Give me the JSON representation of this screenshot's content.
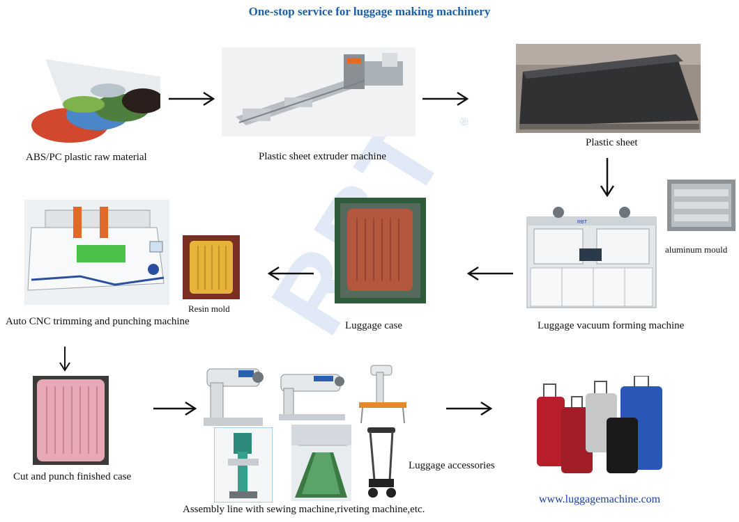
{
  "title": "One-stop service for luggage making machinery",
  "colors": {
    "title": "#1a5fa8",
    "url": "#1a3fa8",
    "watermark": "#c8d8ee",
    "arrow": "#111111"
  },
  "steps": {
    "raw_material": "ABS/PC plastic raw material",
    "extruder": "Plastic sheet extruder machine",
    "sheet": "Plastic sheet",
    "mould": "aluminum mould",
    "vacuum": "Luggage vacuum forming machine",
    "case": "Luggage case",
    "resin": "Resin mold",
    "cnc": "Auto CNC trimming and punching machine",
    "finished": "Cut and punch finished case",
    "assembly": "Assembly line with sewing machine,riveting machine,etc.",
    "accessories": "Luggage accessories"
  },
  "website": "www.luggagemachine.com",
  "watermark": {
    "text": "RBT",
    "mark": "®"
  },
  "icons": [
    "arrow-right-icon",
    "arrow-left-icon",
    "arrow-down-icon"
  ]
}
